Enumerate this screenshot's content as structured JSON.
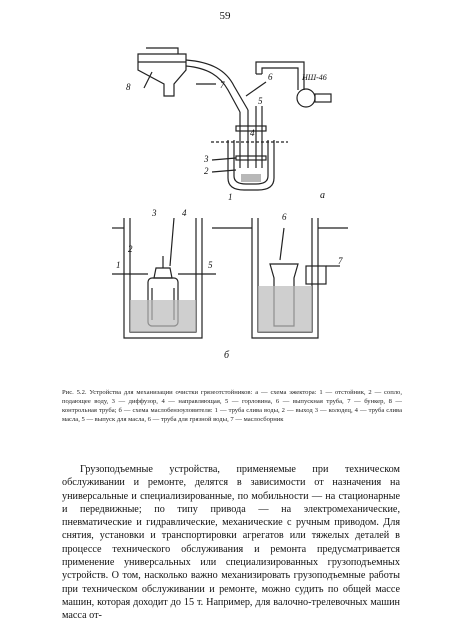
{
  "page": {
    "number": "59"
  },
  "figure": {
    "panel_a_label": "а",
    "panel_b_label": "б",
    "pump_label": "НШ-46",
    "callouts_a": [
      "1",
      "2",
      "3",
      "4",
      "5",
      "6",
      "7",
      "8"
    ],
    "callouts_b_left": [
      "1",
      "2",
      "3",
      "4",
      "5"
    ],
    "callouts_b_right": [
      "6",
      "7"
    ]
  },
  "caption": {
    "title": "Рис. 5.2. Устройства для механизации очистки грязеотстойников:",
    "text": "а — схема эжектора: 1 — отстойник, 2 — сопло, подающее воду, 3 — диффузор, 4 — направляющая, 5 — горловина, 6 — выпускная труба, 7 — бункер, 8 — контрольная труба; б — схема маслобензоуловителя: 1 — труба слива воды, 2 — выход 3 — колодец, 4 — труба слива масла, 5 — выпуск для масла, 6 — труба для грязной воды, 7 — маслосборник"
  },
  "body": {
    "paragraph": "Грузоподъемные устройства, применяемые при техническом обслуживании и ремонте, делятся в зависимости от назначения на универсальные и специализированные, по мобильности — на стационарные и передвижные; по типу привода — на электромеханические, пневматические и гидравлические, механические с ручным приводом. Для снятия, установки и транспортировки агрегатов или тяжелых деталей в процессе технического обслуживания и ремонта предусматривается применение универсальных или специализированных грузоподъемных устройств. О том, насколько важно механизировать грузоподъемные работы при техническом обслуживании и ремонте, можно судить по общей массе машин, которая доходит до 15 т. Например, для валочно-трелевочных машин масса от-"
  }
}
